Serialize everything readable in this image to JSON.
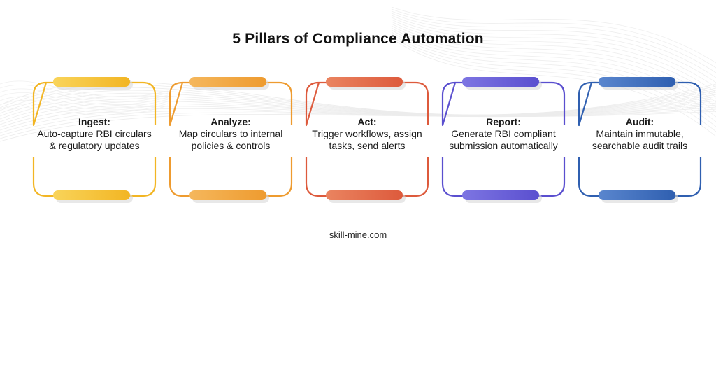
{
  "title": "5 Pillars of Compliance Automation",
  "pillars": [
    {
      "title": "Ingest:",
      "desc": "Auto-capture RBI circulars & regulatory updates",
      "color": "#F2B523",
      "color_light": "#F9D45A"
    },
    {
      "title": "Analyze:",
      "desc": "Map circulars to internal policies & controls",
      "color": "#EE9B2F",
      "color_light": "#F5B75C"
    },
    {
      "title": "Act:",
      "desc": "Trigger workflows, assign tasks, send alerts",
      "color": "#DD5A3C",
      "color_light": "#EA8460"
    },
    {
      "title": "Report:",
      "desc": "Generate RBI compliant submission automatically",
      "color": "#5A4FCF",
      "color_light": "#7D75E2"
    },
    {
      "title": "Audit:",
      "desc": "Maintain immutable, searchable audit trails",
      "color": "#2F5FB0",
      "color_light": "#5A86CE"
    }
  ],
  "footer": "skill-mine.com"
}
